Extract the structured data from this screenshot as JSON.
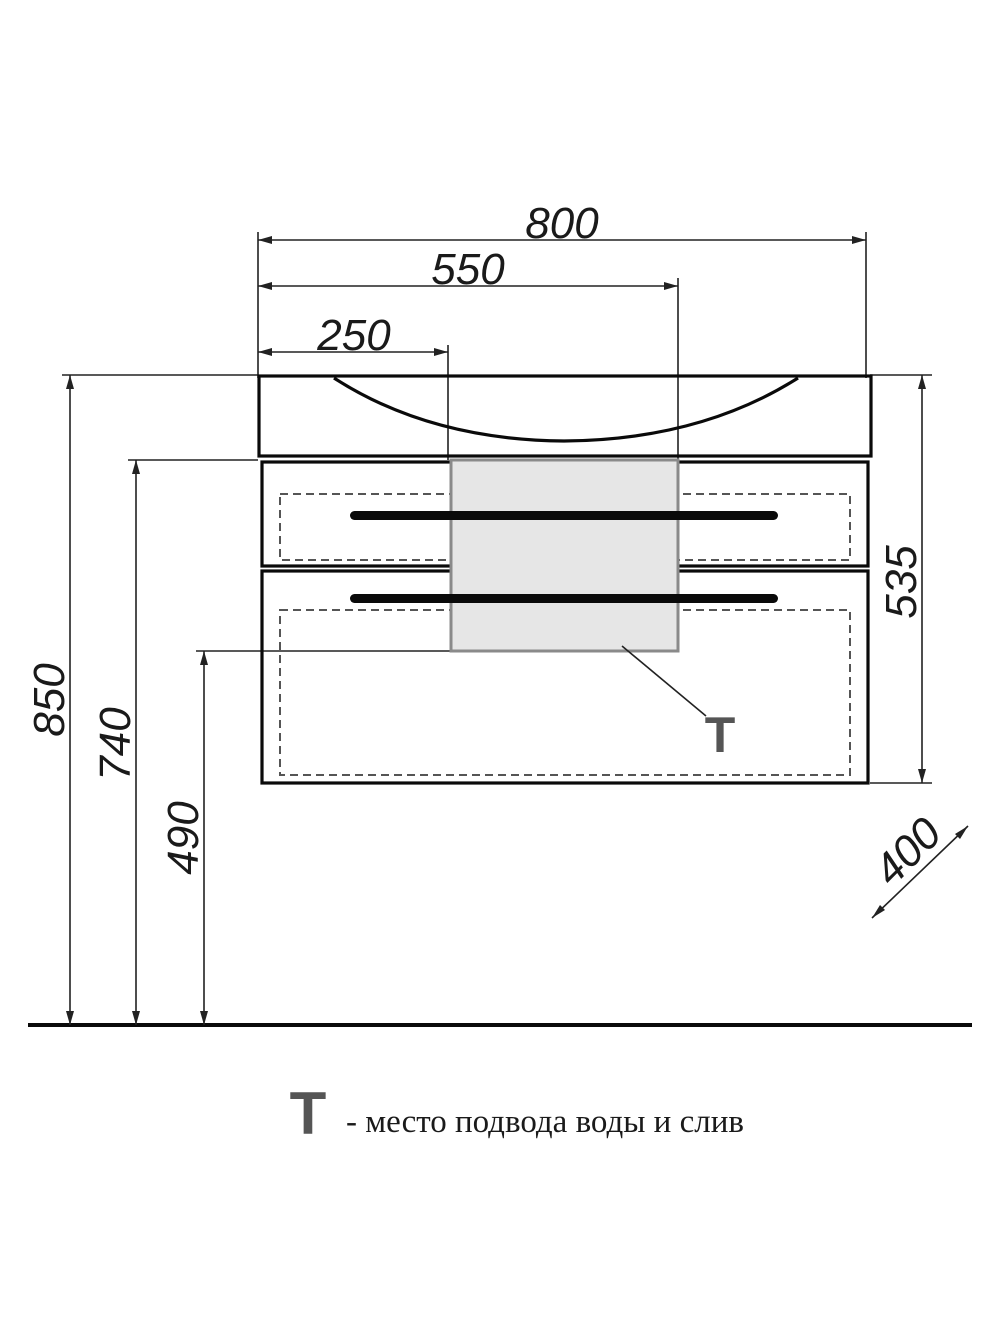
{
  "dimensions": {
    "total_width": "800",
    "basin_width": "550",
    "drain_offset": "250",
    "total_height": "850",
    "cabinet_height": "740",
    "connection_height": "490",
    "cabinet_body_height": "535",
    "depth": "400"
  },
  "marker": {
    "symbol": "T"
  },
  "legend": {
    "symbol": "T",
    "text": "- место подвода воды и слив"
  },
  "colors": {
    "line": "#0a0a0a",
    "connection_zone_fill": "#e6e6e6",
    "connection_zone_stroke": "#8a8a8a",
    "marker": "#555555"
  }
}
